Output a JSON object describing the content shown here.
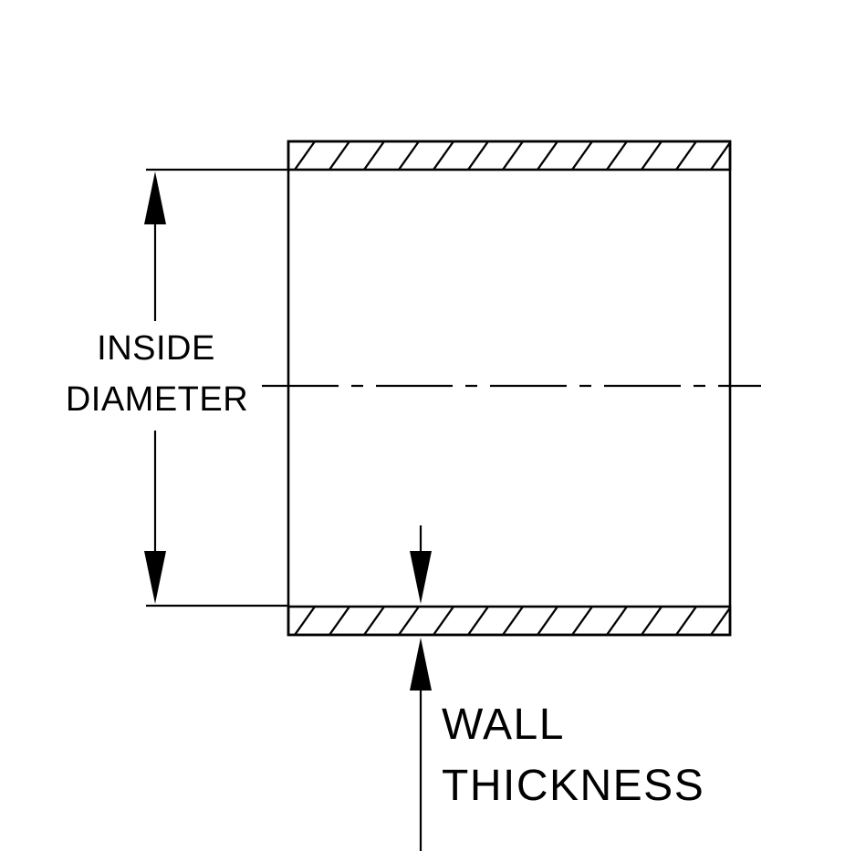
{
  "diagram": {
    "colors": {
      "ink": "#000000",
      "background": "#ffffff"
    },
    "inside_diameter_label": {
      "line1": "INSIDE",
      "line2": "DIAMETER"
    },
    "wall_thickness_label": {
      "line1": "WALL",
      "line2": "THICKNESS"
    }
  }
}
